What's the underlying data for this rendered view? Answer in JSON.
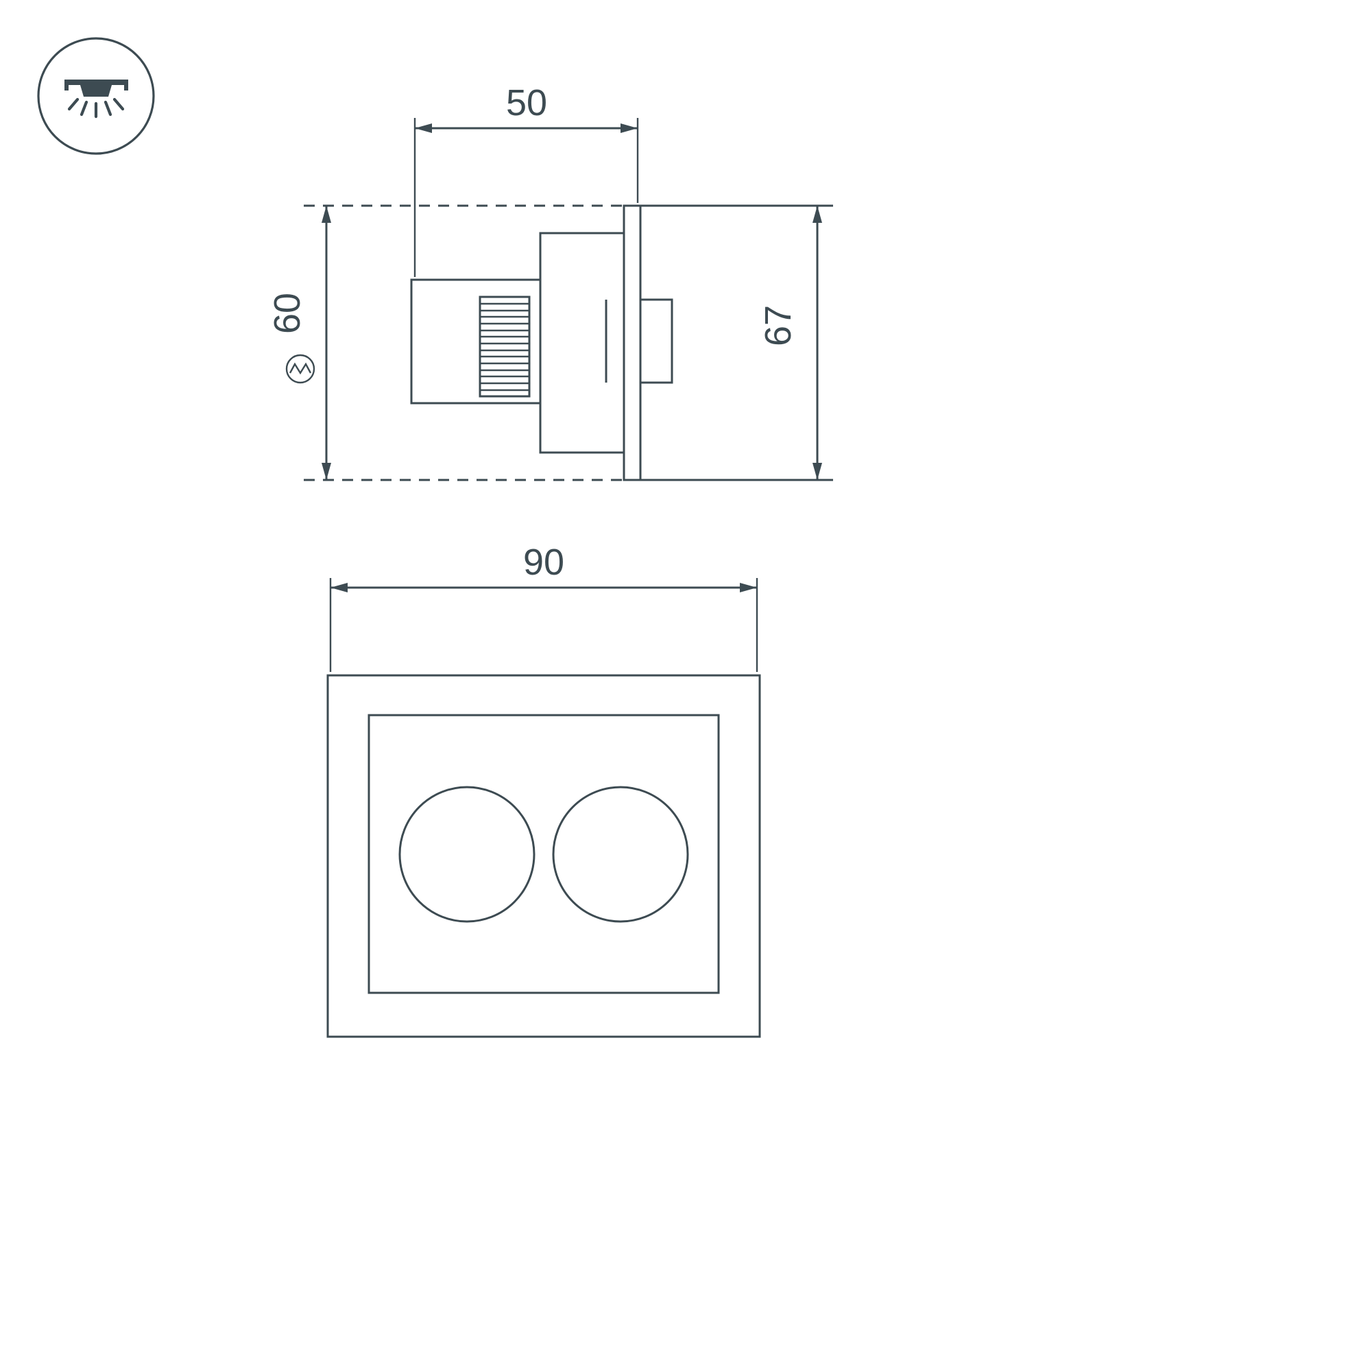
{
  "drawing": {
    "type": "technical-dimension-drawing",
    "views": {
      "side_view": {
        "dim_top_width": "50",
        "dim_cutout_height": "60",
        "dim_overall_height": "67"
      },
      "front_view": {
        "dim_width": "90",
        "lamp_count": 2
      }
    }
  },
  "icons": {
    "corner_badge": "recessed-downlight-icon",
    "cutout_marker": "cutout-hole-icon"
  },
  "colors": {
    "line": "#3d4b52",
    "background": "#ffffff"
  }
}
